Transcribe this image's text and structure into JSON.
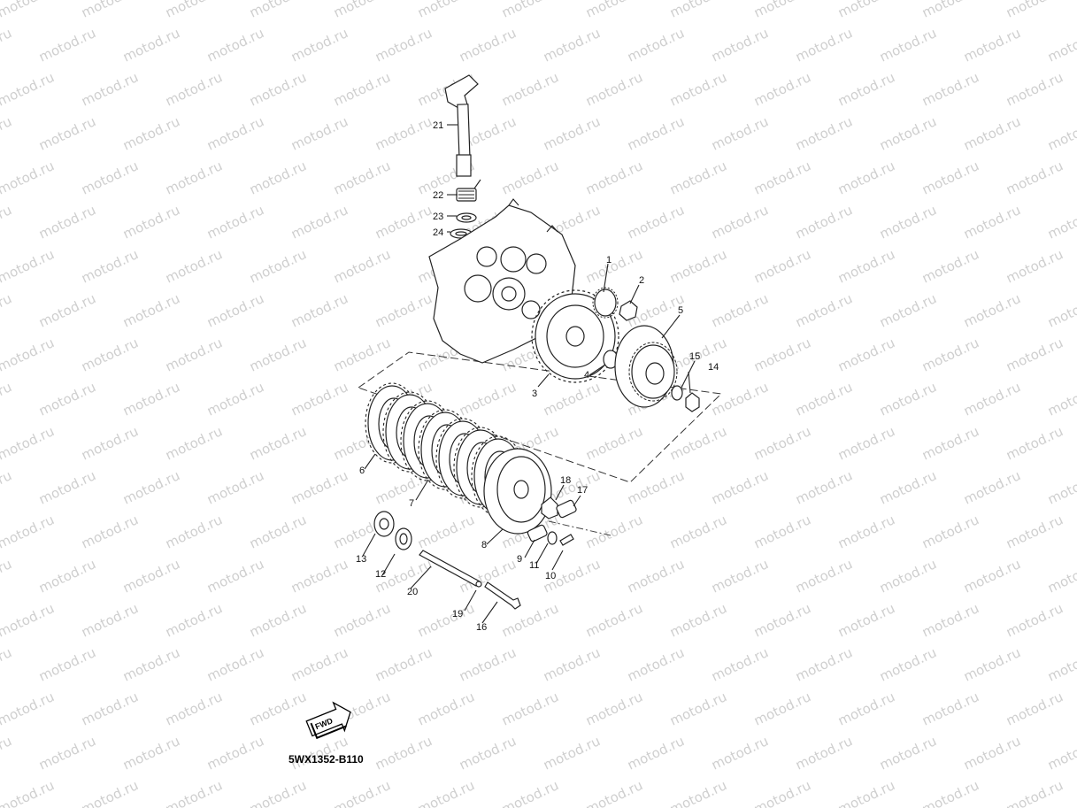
{
  "watermark": {
    "text": "motod.ru",
    "color": "#cfcfcf"
  },
  "diagram": {
    "code": "5WX1352-B110",
    "fwd_label": "FWD",
    "callouts": [
      {
        "id": "1",
        "text": "1"
      },
      {
        "id": "2",
        "text": "2"
      },
      {
        "id": "3",
        "text": "3"
      },
      {
        "id": "4",
        "text": "4"
      },
      {
        "id": "5",
        "text": "5"
      },
      {
        "id": "6",
        "text": "6"
      },
      {
        "id": "7",
        "text": "7"
      },
      {
        "id": "8",
        "text": "8"
      },
      {
        "id": "9",
        "text": "9"
      },
      {
        "id": "10",
        "text": "10"
      },
      {
        "id": "11",
        "text": "11"
      },
      {
        "id": "12",
        "text": "12"
      },
      {
        "id": "13",
        "text": "13"
      },
      {
        "id": "14",
        "text": "14"
      },
      {
        "id": "15",
        "text": "15"
      },
      {
        "id": "16",
        "text": "16"
      },
      {
        "id": "17",
        "text": "17"
      },
      {
        "id": "18",
        "text": "18"
      },
      {
        "id": "19",
        "text": "19"
      },
      {
        "id": "20",
        "text": "20"
      },
      {
        "id": "21",
        "text": "21"
      },
      {
        "id": "22",
        "text": "22"
      },
      {
        "id": "23",
        "text": "23"
      },
      {
        "id": "24",
        "text": "24"
      }
    ]
  }
}
